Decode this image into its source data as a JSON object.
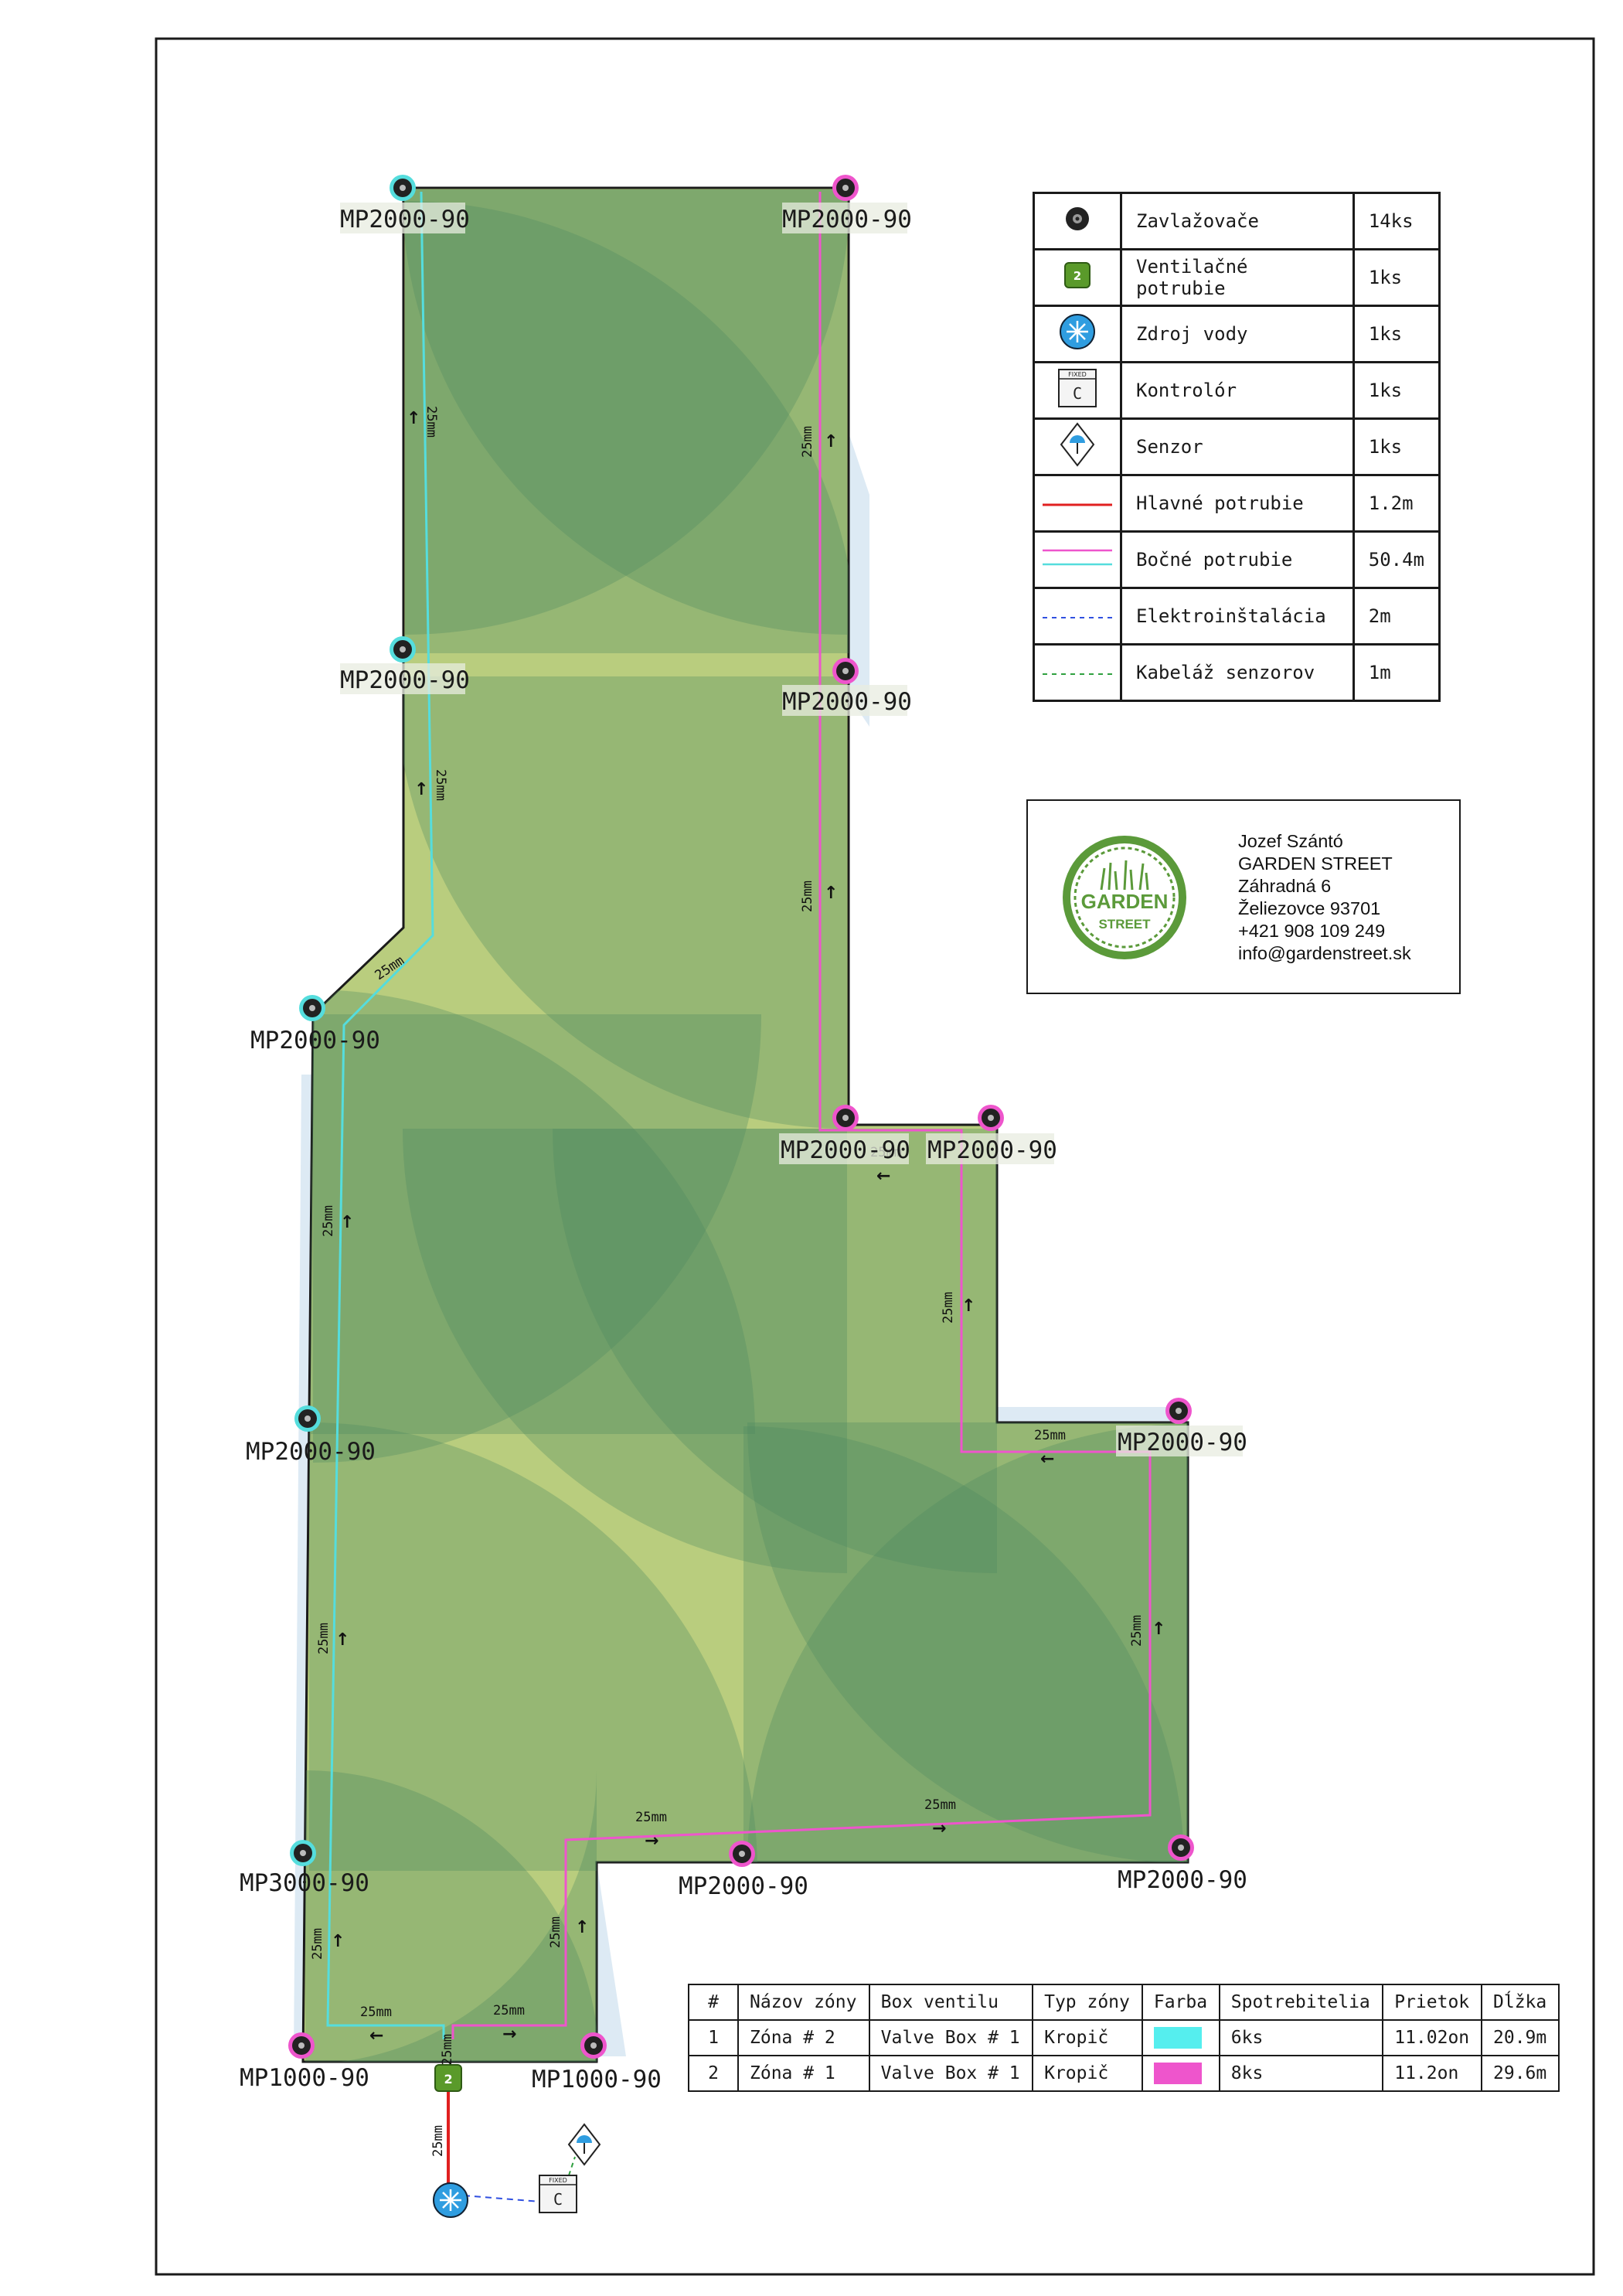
{
  "sprinkler_labels": [
    "MP2000-90",
    "MP2000-90",
    "MP2000-90",
    "MP2000-90",
    "MP2000-90",
    "MP2000-90",
    "MP2000-90",
    "MP2000-90",
    "MP2000-90",
    "MP2000-90",
    "MP2000-90",
    "MP3000-90",
    "MP1000-90",
    "MP1000-90"
  ],
  "pipe_label": "25mm",
  "legend": {
    "rows": [
      {
        "icon": "sprinkler-icon",
        "label": "Zavlažovače",
        "qty": "14ks"
      },
      {
        "icon": "valve-box-icon",
        "icon_text": "2",
        "label": "Ventilačné potrubie",
        "qty": "1ks"
      },
      {
        "icon": "water-source-icon",
        "label": "Zdroj vody",
        "qty": "1ks"
      },
      {
        "icon": "controller-icon",
        "icon_text": "C",
        "icon_subtext": "FIXED",
        "label": "Kontrolór",
        "qty": "1ks"
      },
      {
        "icon": "sensor-icon",
        "label": "Senzor",
        "qty": "1ks"
      },
      {
        "icon": "main-pipe-line",
        "label": "Hlavné potrubie",
        "qty": "1.2m"
      },
      {
        "icon": "lateral-pipe-lines",
        "label": "Bočné potrubie",
        "qty": "50.4m"
      },
      {
        "icon": "electrical-dashed-line",
        "label": "Elektroinštalácia",
        "qty": "2m"
      },
      {
        "icon": "sensor-cable-dashed-line",
        "label": "Kabeláž senzorov",
        "qty": "1m"
      }
    ]
  },
  "company": {
    "logo_top": "GARDEN",
    "logo_bottom": "STREET",
    "name": "Jozef Szántó",
    "business": "GARDEN STREET",
    "street": "Záhradná 6",
    "city": "Želiezovce 93701",
    "phone": "+421 908 109 249",
    "email": "info@gardenstreet.sk"
  },
  "zones": {
    "headers": [
      "#",
      "Názov zóny",
      "Box ventilu",
      "Typ zóny",
      "Farba",
      "Spotrebitelia",
      "Prietok",
      "Dĺžka"
    ],
    "rows": [
      {
        "num": "1",
        "name": "Zóna # 2",
        "box": "Valve Box # 1",
        "type": "Kropič",
        "color": "#55eeee",
        "consumers": "6ks",
        "flow": "11.02on",
        "length": "20.9m"
      },
      {
        "num": "2",
        "name": "Zóna # 1",
        "box": "Valve Box # 1",
        "type": "Kropič",
        "color": "#ee55cc",
        "consumers": "8ks",
        "flow": "11.2on",
        "length": "29.6m"
      }
    ]
  },
  "colors": {
    "lawn": "#b5c97a",
    "spray": "#5b8c62",
    "zone_cyan": "#55dddd",
    "zone_magenta": "#ee55cc",
    "main_pipe": "#e02020",
    "valve": "#5a9a2a",
    "water": "#2f9de0"
  }
}
